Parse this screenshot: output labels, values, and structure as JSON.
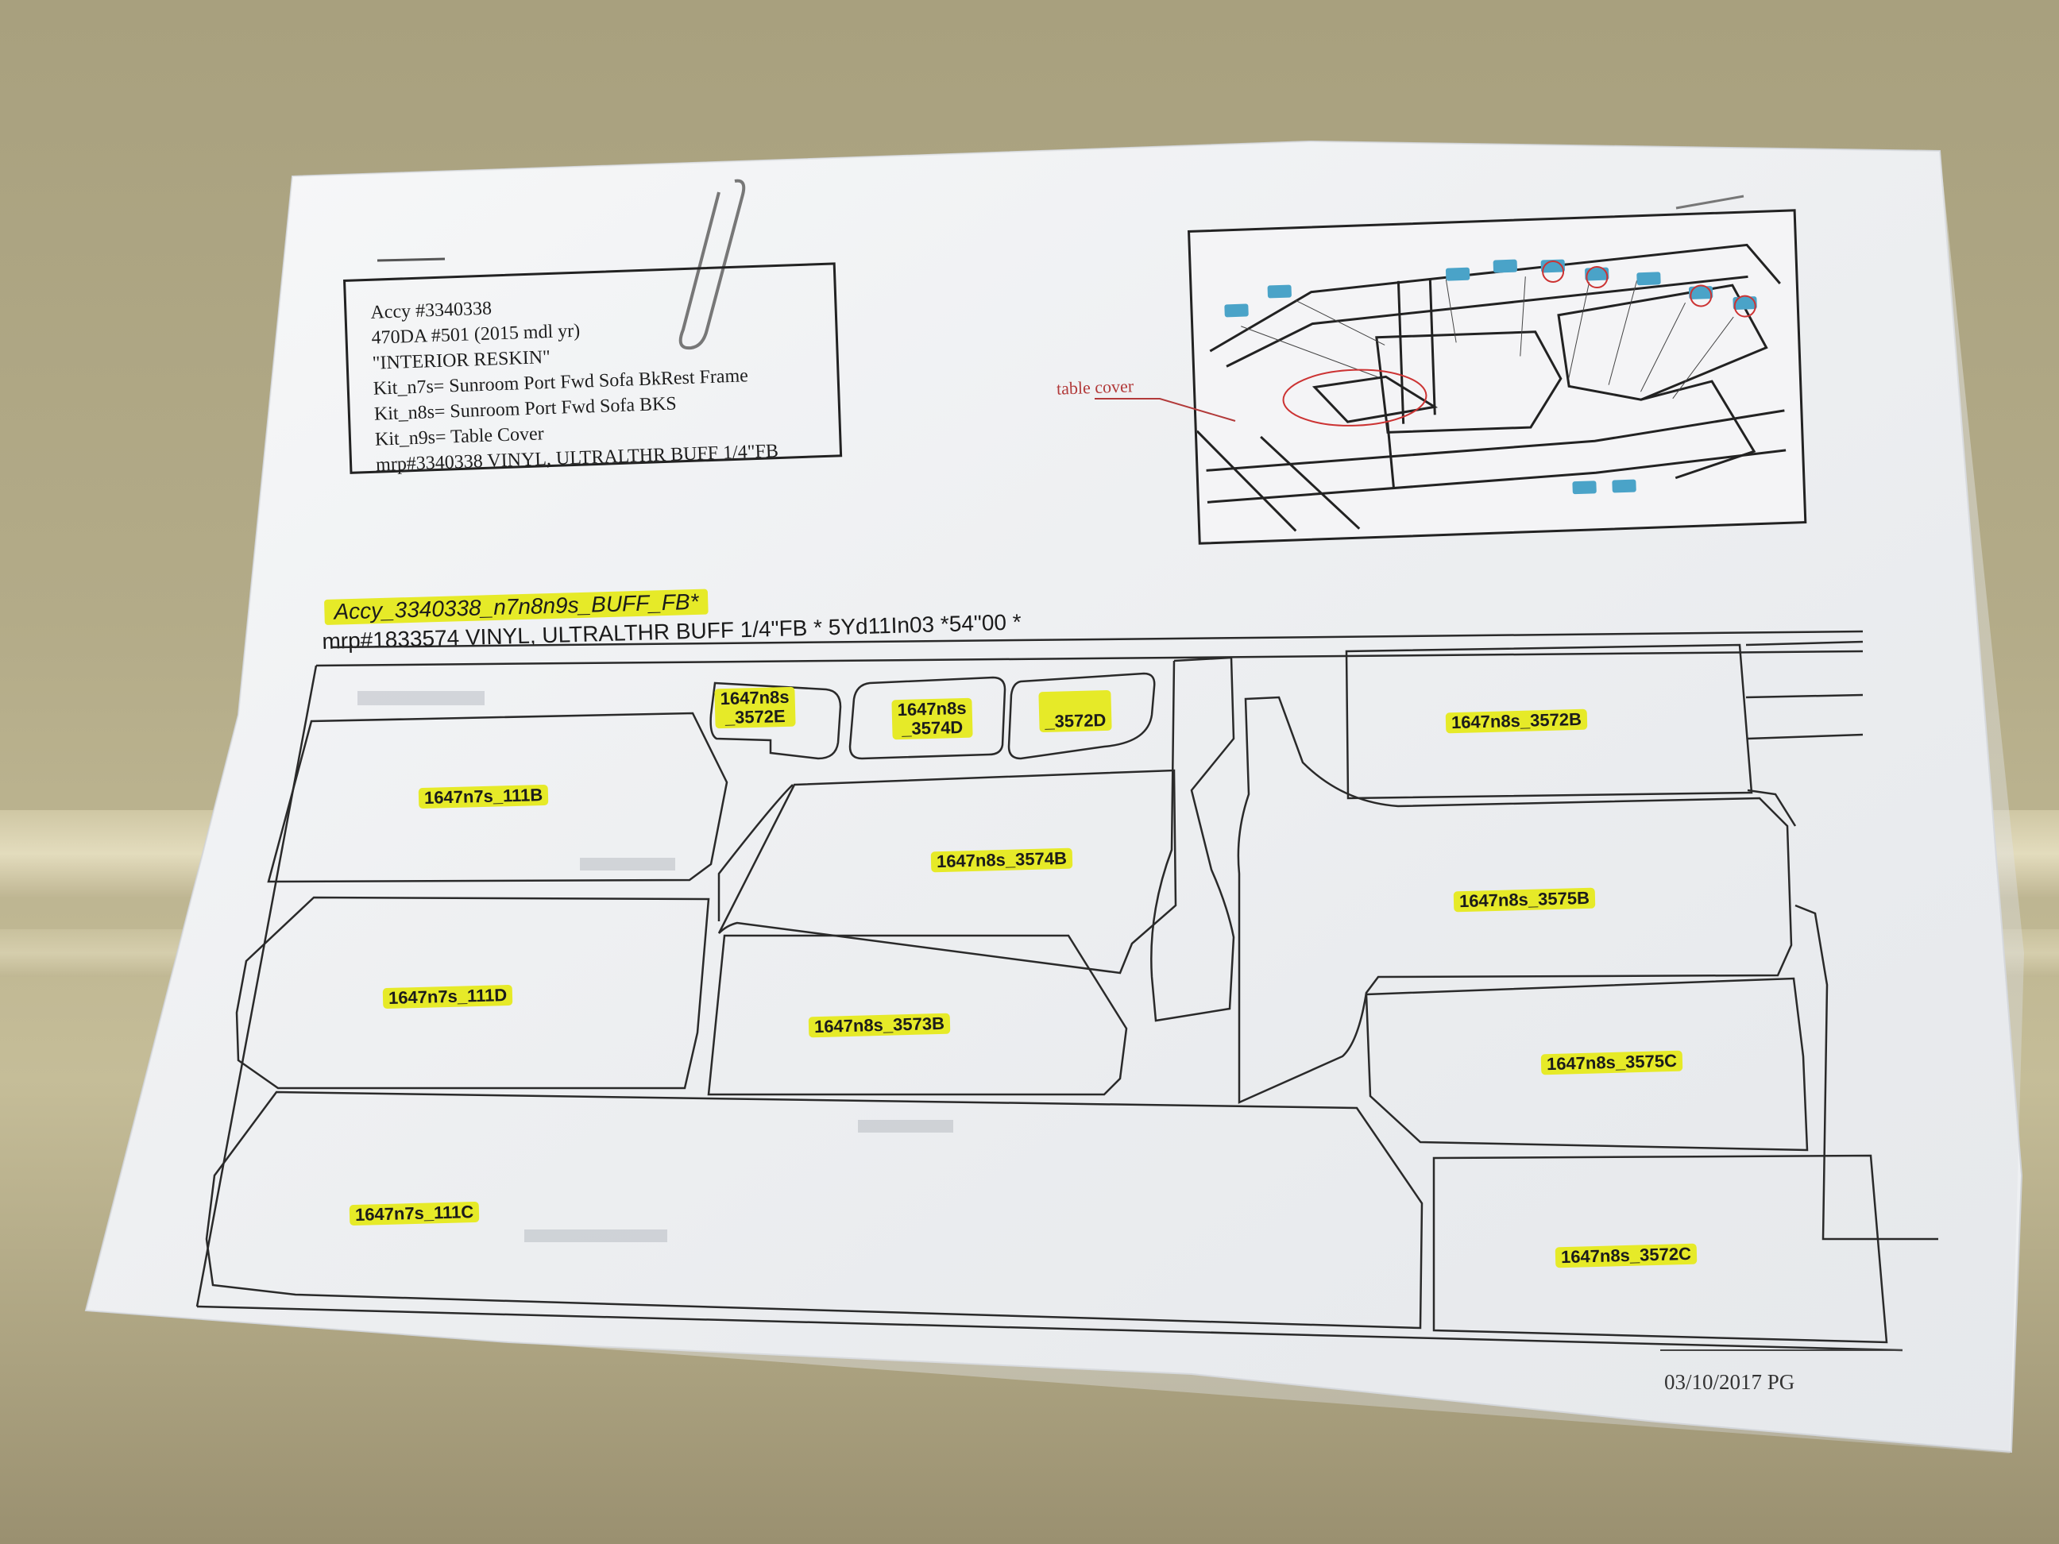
{
  "note": {
    "lines": [
      "Accy #3340338",
      "470DA #501 (2015 mdl yr)",
      "\"INTERIOR RESKIN\"",
      "Kit_n7s= Sunroom Port Fwd Sofa BkRest Frame",
      "Kit_n8s= Sunroom Port Fwd Sofa BKS",
      "Kit_n9s= Table Cover",
      "mrp#3340338 VINYL, ULTRALTHR BUFF 1/4\"FB"
    ]
  },
  "reference_image": {
    "callout": "table cover"
  },
  "layout": {
    "heading": "Accy_3340338_n7n8n9s_BUFF_FB*",
    "material_line": "mrp#1833574 VINYL, ULTRALTHR BUFF 1/4\"FB * 5Yd11In03 *54\"00 *"
  },
  "pieces": [
    {
      "label": "1647n8s\n_3572E"
    },
    {
      "label": "1647n8s\n_3574D"
    },
    {
      "label": "_3572D"
    },
    {
      "label": "1647n8s_3572B"
    },
    {
      "label": "1647n7s_111B"
    },
    {
      "label": "1647n8s_3574B"
    },
    {
      "label": "1647n8s_3575B"
    },
    {
      "label": "1647n7s_111D"
    },
    {
      "label": "1647n8s_3573B"
    },
    {
      "label": "1647n8s_3575C"
    },
    {
      "label": "1647n7s_111C"
    },
    {
      "label": "1647n8s_3572C"
    }
  ],
  "footer": {
    "date": "03/10/2017  PG"
  },
  "colors": {
    "highlight": "#e6ea28",
    "ink": "#1b1b1b",
    "callout_red": "#b23a3a",
    "paper": "#f3f3f4"
  }
}
